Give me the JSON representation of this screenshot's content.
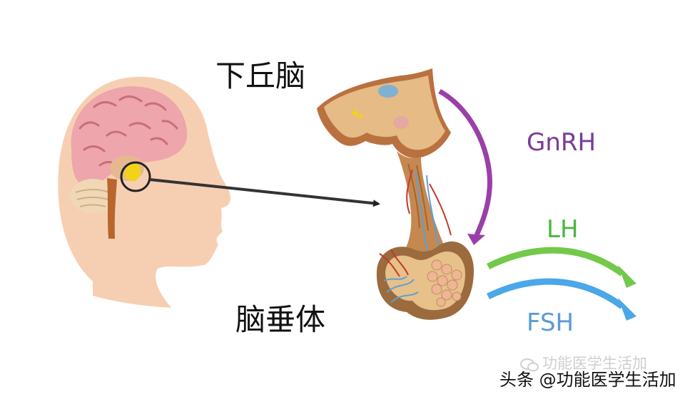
{
  "labels": {
    "hypothalamus": "下丘脑",
    "pituitary": "脑垂体",
    "gnrh": "GnRH",
    "lh": "LH",
    "fsh": "FSH"
  },
  "watermark": {
    "account": "功能医学生活加",
    "byline": "头条 @功能医学生活加"
  },
  "colors": {
    "gnrh": "#9b3fa8",
    "lh": "#73c94a",
    "fsh": "#4aa7e8",
    "head_skin": "#f6cfb3",
    "brain": "#e9a0a6",
    "gland": "#9b6b3e"
  },
  "icons": [
    "head-icon",
    "brain-icon",
    "pituitary-gland-icon",
    "wechat-icon"
  ]
}
